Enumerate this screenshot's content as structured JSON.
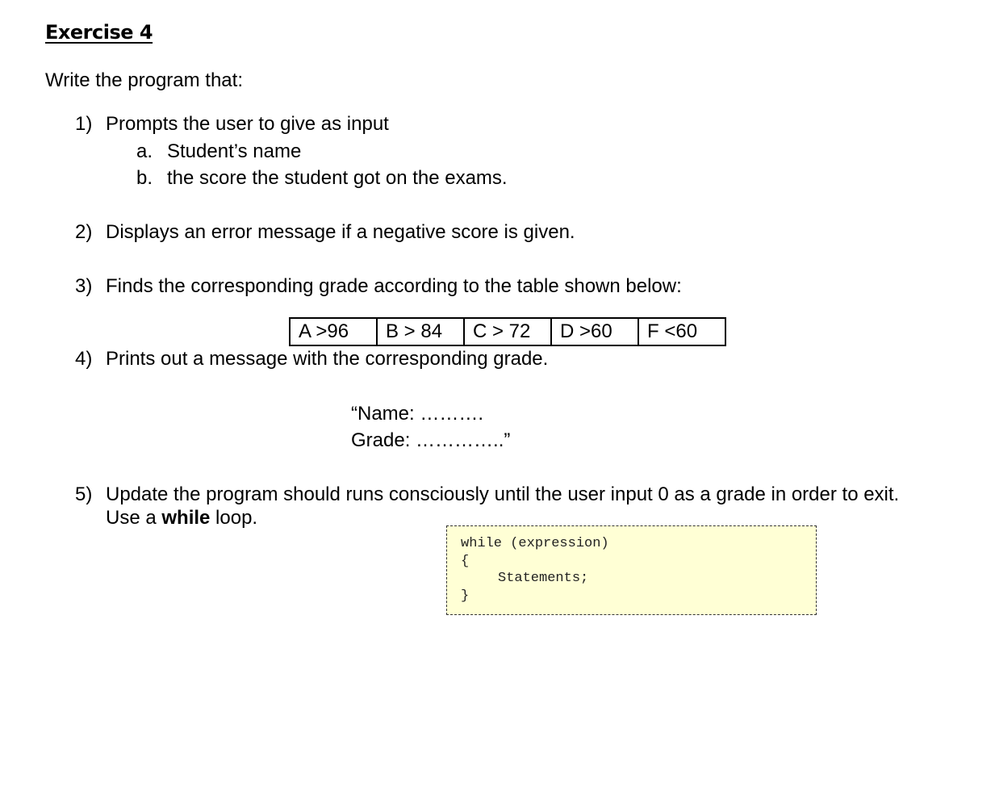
{
  "title": "Exercise 4",
  "intro": "Write the program that:",
  "items": [
    {
      "num": "1)",
      "text": "Prompts the user to give as input"
    },
    {
      "num": "2)",
      "text": "Displays an error message if a negative score is given."
    },
    {
      "num": "3)",
      "text": "Finds the corresponding grade according to the table shown below:"
    },
    {
      "num": "4)",
      "text": "Prints out a message with the corresponding grade."
    },
    {
      "num": "5)",
      "text": "Update the program should runs consciously until the user input  0 as a grade in order to exit."
    }
  ],
  "subitems": [
    {
      "letter": "a.",
      "text": "Student’s name"
    },
    {
      "letter": "b.",
      "text": "the score the student got on the exams."
    }
  ],
  "grade_table": [
    "A >96",
    "B > 84",
    "C > 72",
    "D >60",
    "F <60"
  ],
  "message_example": {
    "line1": "“Name: ……….",
    "line2": "Grade: …………..”"
  },
  "item5_line2": {
    "prefix": "Use a ",
    "bold": "while",
    "suffix": " loop."
  },
  "code": {
    "line1": "while (expression)",
    "line2": "{",
    "line3": "Statements;",
    "line4": "}"
  },
  "colors": {
    "code_background": "#ffffd5"
  }
}
